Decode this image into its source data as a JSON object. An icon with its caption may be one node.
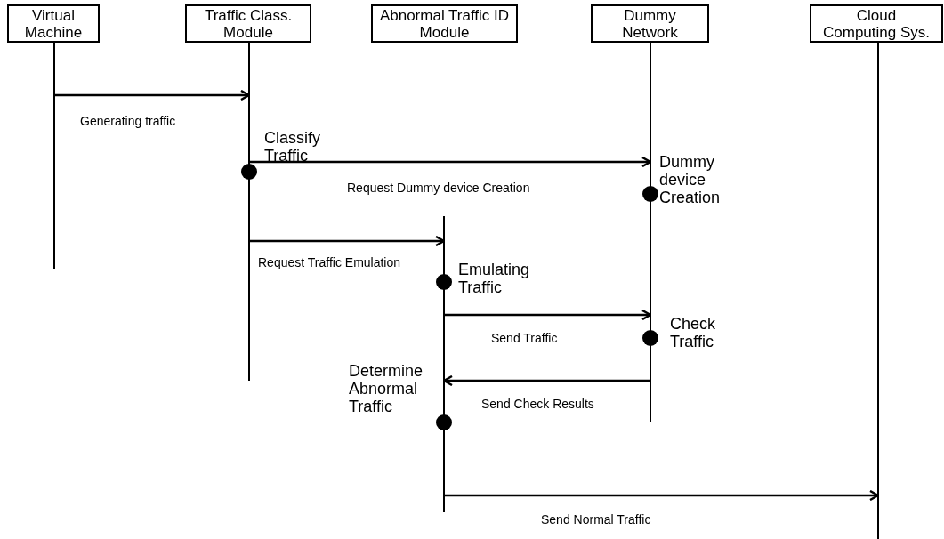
{
  "diagram": {
    "nodes": [
      {
        "text": [
          "Virtual Machine"
        ]
      },
      {
        "text": [
          "Traffic Class. Module"
        ]
      },
      {
        "text": [
          "Abnormal Traffic ID Module"
        ]
      },
      {
        "text": [
          "Dummy Network"
        ]
      },
      {
        "text": [
          "Cloud Computing Sys."
        ]
      },
      {
        "text": [],
        "shape": "line"
      },
      {
        "text": [],
        "shape": "line"
      },
      {
        "text": [],
        "shape": "line"
      },
      {
        "text": [],
        "shape": "line"
      },
      {
        "text": [],
        "shape": "line"
      },
      {
        "text": [],
        "shape": "circle",
        "beside": [
          "Classify Traffic"
        ]
      },
      {
        "text": [],
        "shape": "circle",
        "beside": [
          "Dummy device Creation"
        ]
      },
      {
        "text": [],
        "shape": "circle",
        "beside": [
          "Emulating Traffic"
        ]
      },
      {
        "text": [],
        "shape": "circle",
        "beside": [
          "Check Traffic"
        ]
      },
      {
        "text": [],
        "shape": "circle",
        "beside": [
          "Determine Abnormal Traffic"
        ]
      }
    ],
    "edges": [
      {
        "from": 5,
        "to": 6,
        "arrow": "to",
        "label": "Generating traffic"
      },
      {
        "from": 6,
        "to": 8,
        "arrow": "to",
        "label": "Request Dummy device Creation"
      },
      {
        "from": 6,
        "to": 7,
        "arrow": "to",
        "label": "Request Traffic Emulation"
      },
      {
        "from": 7,
        "to": 8,
        "arrow": "to",
        "label": "Send Traffic"
      },
      {
        "from": 8,
        "to": 7,
        "arrow": "to",
        "label": "Send Check Results"
      },
      {
        "from": 7,
        "to": 9,
        "arrow": "to",
        "label": "Send Normal Traffic"
      }
    ]
  }
}
